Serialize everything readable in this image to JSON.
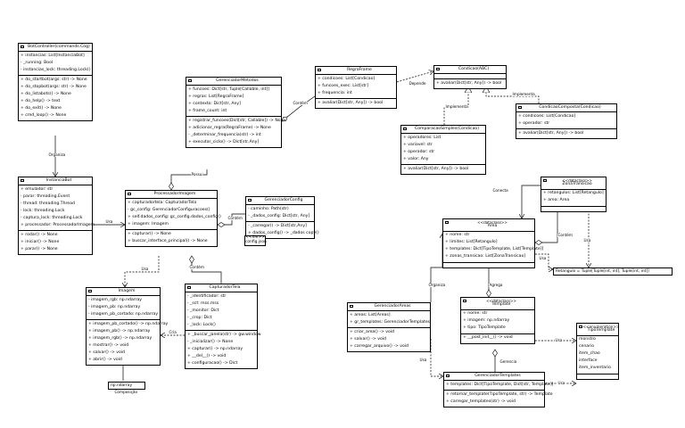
{
  "classes": [
    {
      "id": "bot",
      "name": "BotController(commands.Cog)",
      "stereotype": "",
      "attributes": [
        "+ instancias: List[InstanciaBot]",
        "- _running: Bool",
        "- instancias_lock: threading.Lock()"
      ],
      "methods": [
        "+ do_startbot(args: str) -> None",
        "+ do_stopbot(args: str) -> None",
        "+ do_listabots() -> None",
        "+ do_help() -> text",
        "+ do_exit() -> None",
        "+ cmd_loop() -> None"
      ]
    },
    {
      "id": "inst",
      "name": "InstanciaBot",
      "stereotype": "",
      "attributes": [
        "+ emulador: str",
        "- parar: threading.Event",
        "- thread: threading.Thread",
        "- lock: threading.Lock",
        "- captura_lock: threading.Lock",
        "+ processador: ProcessadorImagem"
      ],
      "methods": [
        "+ rodar() -> None",
        "+ iniciar() -> None",
        "+ parar() -> None"
      ]
    },
    {
      "id": "proc",
      "name": "ProcessadorImagem",
      "stereotype": "",
      "attributes": [
        "+ capturadortela: CapturadorTela",
        "- gc_config: GerenciadorConfiguracoes()",
        "+ self.dados_config: gc_config.dados_config()",
        "+ imagem: Imagem"
      ],
      "methods": [
        "+ capturar() -> None",
        "+ buscar_interface_principal() -> None"
      ]
    },
    {
      "id": "gm",
      "name": "GerenciadorMetodos",
      "stereotype": "",
      "attributes": [
        "+ funcoes: Dict[str, Tuple[Callable, int]]",
        "+ regras: List[RegraFrame]",
        "+ contexto: Dict[str, Any]",
        "+ frame_count: int"
      ],
      "methods": [
        "+ registrar_funcoes(Dict[str, Callable]) -> None",
        "+ adicionar_regra(RegraFrame) -> None",
        "- _determinar_frequencia(str) -> int",
        "+ executar_ciclo() -> Dict[str,Any]"
      ]
    },
    {
      "id": "rf",
      "name": "RegraFrame",
      "stereotype": "",
      "attributes": [
        "+ condicoes: List[Condicao]",
        "+ funcoes_exec: List[str]",
        "+ frequencia: int"
      ],
      "methods": [
        "+ avaliar(Dict[str, Any]) -> bool"
      ]
    },
    {
      "id": "cond",
      "name": "Condicao(ABC)",
      "stereotype": "",
      "attributes": [],
      "methods": [
        "+ avaliar(Dict[str, Any]) -> bool"
      ]
    },
    {
      "id": "cc",
      "name": "CondicaoComposta(Condicao)",
      "stereotype": "",
      "attributes": [
        "+ condicoes: List[Condicao]",
        "+ operador: str"
      ],
      "methods": [
        "+ avaliar(Dict[str, Any]) -> bool"
      ]
    },
    {
      "id": "cs",
      "name": "ComparacaoSimples(Condicao)",
      "stereotype": "",
      "attributes": [
        "+ operadores: List",
        "+ variavel: str",
        "+ operador: str",
        "+ valor: Any"
      ],
      "methods": [
        "+ avaliar(Dict[str, Any]) -> bool"
      ]
    },
    {
      "id": "gc",
      "name": "GerenciadorConfig",
      "stereotype": "",
      "attributes": [
        "- caminho: Path(str)",
        "- _dados_config: Dict[str, Any]"
      ],
      "methods": [
        "- _carregar() -> Dict[str,Any]",
        "+ dados_config() -> _dados copy()"
      ]
    },
    {
      "id": "img",
      "name": "Imagem",
      "stereotype": "",
      "attributes": [
        "- imagem_rgb: np.ndarray",
        "- imagem_pb: np.ndarray",
        "- imagem_pb_cortado: np.ndarray"
      ],
      "methods": [
        "+ imagem_pb_cortado() -> np.ndarray",
        "+ imagem_pb() -> np.ndarray",
        "+ imagem_rgb() -> np.ndarray",
        "+ mostrar() -> void",
        "+ salvar() -> void",
        "+ abrir() -> void"
      ]
    },
    {
      "id": "ct",
      "name": "CapturadorTela",
      "stereotype": "",
      "attributes": [
        "- _identificador: str",
        "- _sct: mss.mss",
        "- _monitor: Dict",
        "- _crop: Dict",
        "- _lock: Lock()"
      ],
      "methods": [
        "+ _buscar_janela(str) -> gw.window",
        "- _inicializar() -> None",
        "+ capturar() -> np.ndarray",
        "+ __del__() -> void",
        "+ configuracao() -> Dict"
      ]
    },
    {
      "id": "area",
      "name": "Area",
      "stereotype": "<<dataclass>>",
      "attributes": [
        "+ nome: str",
        "+ limites: List[Retangulo]",
        "+ templates: Dict[TipoTemplate, List[Template]]",
        "+ zonas_transicao: List[ZonaTransicao]"
      ],
      "methods": []
    },
    {
      "id": "zt",
      "name": "ZonaTransicao",
      "stereotype": "<<dataclass>>",
      "attributes": [
        "+ retangulos: List[Retangulo]",
        "+ area: Area"
      ],
      "methods": []
    },
    {
      "id": "ga",
      "name": "GerenciadorAreas",
      "stereotype": "",
      "attributes": [
        "+ areas: List[Areas]",
        "+ gr_templates: GerenciadorTemplates"
      ],
      "methods": [
        "+ criar_area() -> void",
        "+ salvar() -> void",
        "+ carregar_arquivo() -> void"
      ]
    },
    {
      "id": "tpl",
      "name": "Template",
      "stereotype": "<<dataclass>>",
      "attributes": [
        "+ nome: str",
        "+ imagem: np.ndarray",
        "+ tipo: TipoTemplate"
      ],
      "methods": [
        "+ __post_init__() -> void"
      ]
    },
    {
      "id": "tt",
      "name": "TipoTemplate",
      "stereotype": "<<enumeration>>",
      "attributes": [
        "monstro",
        "cenario",
        "item_chao",
        "interface",
        "item_inventario"
      ],
      "methods": []
    },
    {
      "id": "gt",
      "name": "GerenciadorTemplates",
      "stereotype": "",
      "attributes": [
        "+ templates: Dict[TipoTemplate, Dict[str, Template]]"
      ],
      "methods": [
        "+ retornar_template(TipoTemplate, str) -> Template",
        "+ carregar_templates(str) -> void"
      ]
    }
  ],
  "relations": [
    {
      "id": "r-bot-inst",
      "label": "Organiza"
    },
    {
      "id": "r-inst-proc",
      "label": "Usa"
    },
    {
      "id": "r-proc-gm",
      "label": "Possui"
    },
    {
      "id": "r-gm-rf",
      "label": "Contém"
    },
    {
      "id": "r-rf-cond",
      "label": "Depende"
    },
    {
      "id": "r-cc-cond",
      "label": "Implementa"
    },
    {
      "id": "r-cs-cond",
      "label": "Implementa"
    },
    {
      "id": "r-proc-gc",
      "label": "Contém"
    },
    {
      "id": "r-gc-json",
      "label": "Usa"
    },
    {
      "id": "r-proc-img",
      "label": "Usa"
    },
    {
      "id": "r-proc-ct",
      "label": "Contém"
    },
    {
      "id": "r-ct-img",
      "label": "Cria"
    },
    {
      "id": "r-img-nd",
      "label": "Composição"
    },
    {
      "id": "r-ga-area",
      "label": "Organiza"
    },
    {
      "id": "r-area-tpl",
      "label": "Agrega"
    },
    {
      "id": "r-zt-area",
      "label": "Conecta"
    },
    {
      "id": "r-area-zt",
      "label": "Contém"
    },
    {
      "id": "r-zt-ret",
      "label": "Usa"
    },
    {
      "id": "r-area-ret",
      "label": "Usa"
    },
    {
      "id": "r-tpl-tt",
      "label": "Usa"
    },
    {
      "id": "r-gt-tpl",
      "label": "Gerencia"
    },
    {
      "id": "r-gt-tt",
      "label": "Usa"
    },
    {
      "id": "r-ga-gt",
      "label": "Usa"
    }
  ],
  "notes": {
    "config": {
      "stereotype": "<<file>>",
      "name": "config.json"
    },
    "ndarray": "np.ndarray",
    "retangulo": "Retangulo = Tuple[Tuple[int, int], Tuple[int, int]]"
  }
}
